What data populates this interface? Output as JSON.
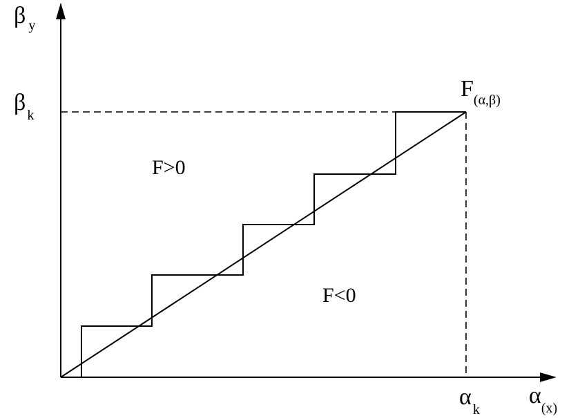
{
  "labels": {
    "y_axis": {
      "main": "β",
      "sub": "y"
    },
    "x_axis": {
      "main": "α",
      "sub": "(x)"
    },
    "beta_k": {
      "main": "β",
      "sub": "k"
    },
    "alpha_k": {
      "main": "α",
      "sub": "k"
    },
    "endpoint": {
      "main": "F",
      "sub": "(α,β)"
    },
    "region_above": "F>0",
    "region_below": "F<0"
  },
  "colors": {
    "stroke": "#000000",
    "background": "#ffffff"
  }
}
